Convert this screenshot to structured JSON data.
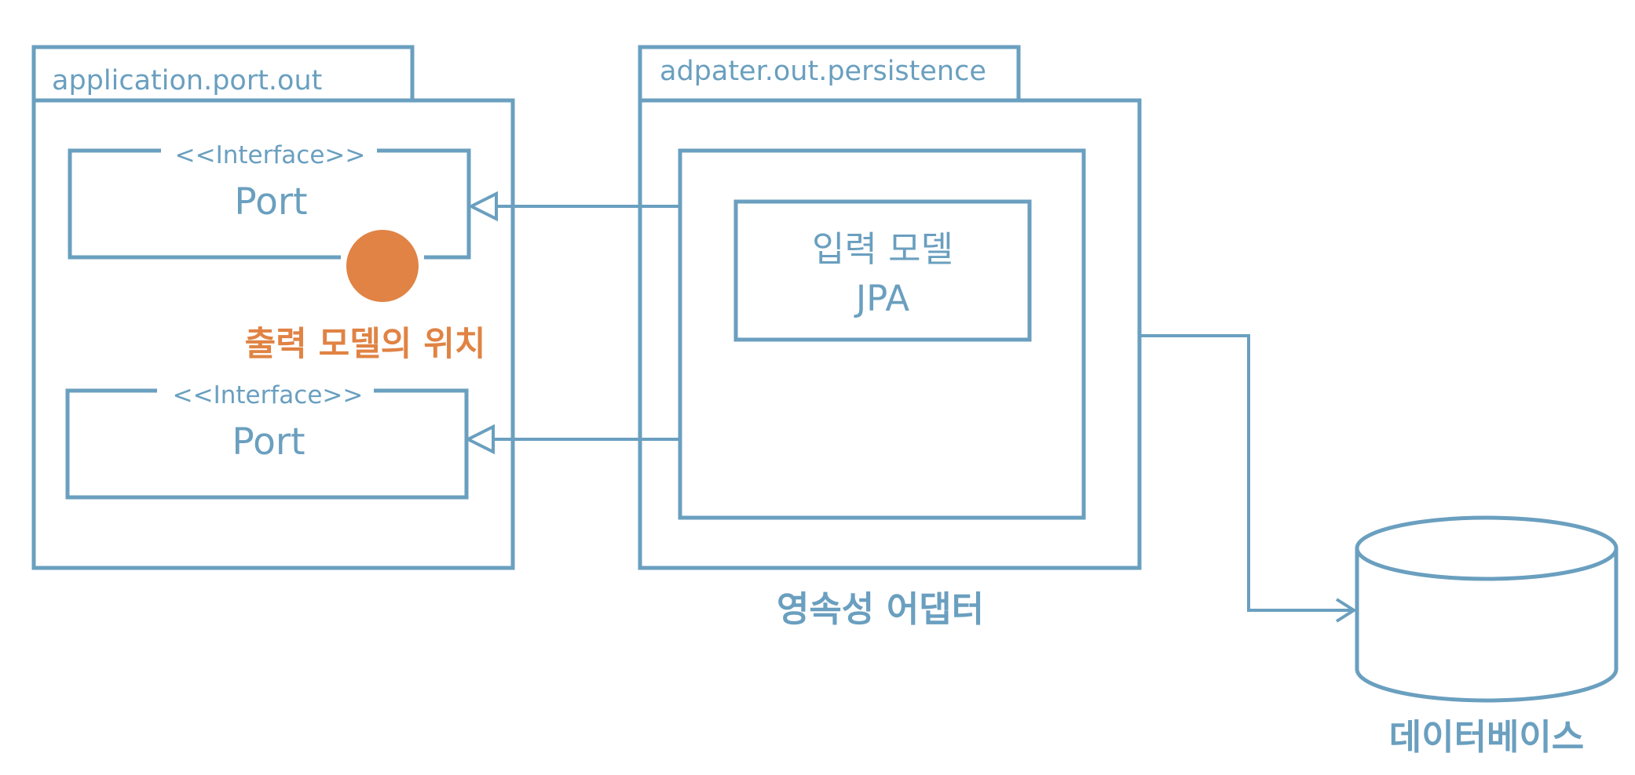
{
  "colors": {
    "stroke": "#6a9fbf",
    "accent": "#e08344",
    "background": "#ffffff"
  },
  "left_package": {
    "tab_label": "application.port.out",
    "ports": [
      {
        "stereotype": "<<Interface>>",
        "name": "Port"
      },
      {
        "stereotype": "<<Interface>>",
        "name": "Port"
      }
    ],
    "highlight_label": "출력 모델의 위치",
    "highlight_marker": "orange-circle"
  },
  "right_package": {
    "tab_label": "adpater.out.persistence",
    "model_lines": [
      "입력 모델",
      "JPA"
    ],
    "caption": "영속성 어댑터"
  },
  "database": {
    "label": "데이터베이스",
    "icon": "cylinder-database-icon"
  },
  "relations": [
    {
      "from": "persistence-adapter",
      "to": "port-1",
      "kind": "realization"
    },
    {
      "from": "persistence-adapter",
      "to": "port-2",
      "kind": "realization"
    },
    {
      "from": "persistence-package",
      "to": "database",
      "kind": "association"
    }
  ]
}
